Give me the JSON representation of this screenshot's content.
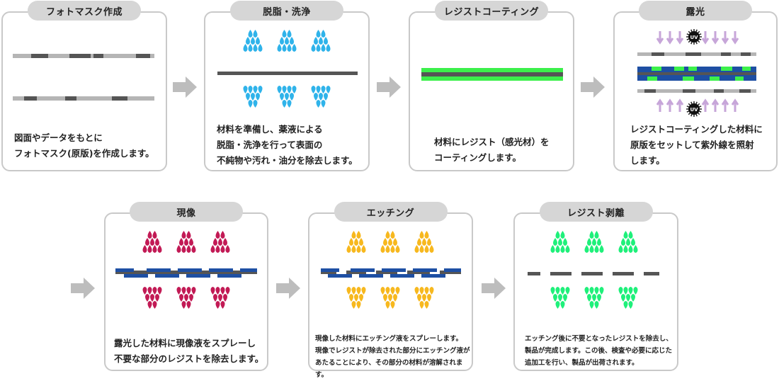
{
  "colors": {
    "border": "#c9c9c9",
    "title_bg": "#d6d6d6",
    "layer_light": "#b5b5b5",
    "layer_dark": "#555555",
    "resist_green": "#3cf04b",
    "substrate_blue": "#1e4fa3",
    "cleaning_drop": "#2fb3ea",
    "exposure_arrow": "#c7a6d9",
    "developer_drop": "#c21a55",
    "etching_drop": "#f7b81e",
    "strip_drop": "#1ef07a",
    "arrow_grey": "#bdbdbd"
  },
  "steps": [
    {
      "title": "フォトマスク作成",
      "desc": "図面やデータをもとに\nフォトマスク(原版)を作成します。"
    },
    {
      "title": "脱脂・洗浄",
      "desc": "材料を準備し、薬液による\n脱脂・洗浄を行って表面の\n不純物や汚れ・油分を除去します。"
    },
    {
      "title": "レジストコーティング",
      "desc": "材料にレジスト（感光材）を\nコーティングします。"
    },
    {
      "title": "露光",
      "desc": "レジストコーティングした材料に\n原版をセットして紫外線を照射\nします。",
      "uv_label": "UV"
    },
    {
      "title": "現像",
      "desc": "露光した材料に現像液をスプレーし\n不要な部分のレジストを除去します。"
    },
    {
      "title": "エッチング",
      "desc": "現像した材料にエッチング液をスプレーします。\n現像でレジストが除去された部分にエッチング液が\nあたることにより、その部分の材料が溶解されます。"
    },
    {
      "title": "レジスト剥離",
      "desc": "エッチング後に不要となったレジストを除去し、\n製品が完成します。この後、検査や必要に応じた\n追加工を行い、製品が出荷されます。"
    }
  ]
}
